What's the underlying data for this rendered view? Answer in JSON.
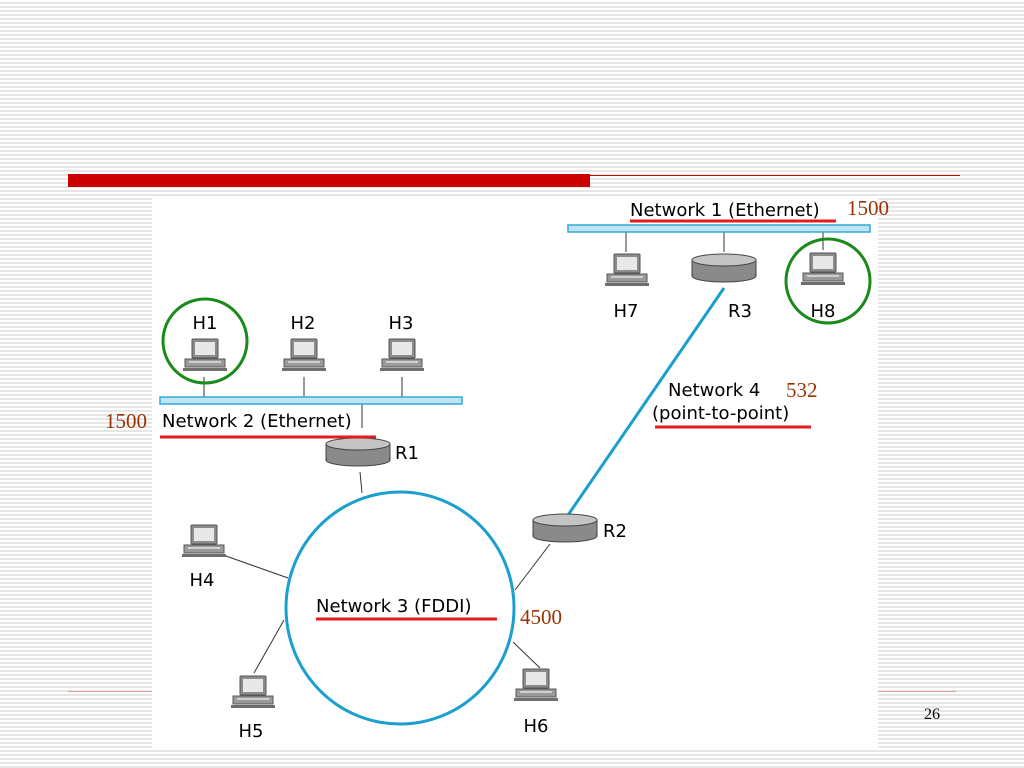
{
  "slide": {
    "page_number": "26"
  },
  "networks": [
    {
      "id": "net1",
      "label": "Network 1 (Ethernet)",
      "mtu": "1500"
    },
    {
      "id": "net2",
      "label": "Network 2 (Ethernet)",
      "mtu": "1500"
    },
    {
      "id": "net3",
      "label": "Network 3 (FDDI)",
      "mtu": "4500"
    },
    {
      "id": "net4",
      "label_line1": "Network 4",
      "label_line2": "(point-to-point)",
      "mtu": "532"
    }
  ],
  "hosts": [
    "H1",
    "H2",
    "H3",
    "H4",
    "H5",
    "H6",
    "H7",
    "H8"
  ],
  "routers": [
    "R1",
    "R2",
    "R3"
  ],
  "highlighted_hosts": [
    "H1",
    "H8"
  ],
  "colors": {
    "ethernet_bus": "#bfe4f4",
    "ethernet_bus_border": "#33a8d8",
    "point_to_point_link": "#1a9fd0",
    "fddi_ring": "#1a9fd0",
    "underline": "#e41b23",
    "highlight_circle": "#1a8a1a",
    "mtu_text": "#993300",
    "slide_accent": "#cc0000"
  },
  "icons": {
    "host": "computer-icon",
    "router": "router-icon"
  }
}
